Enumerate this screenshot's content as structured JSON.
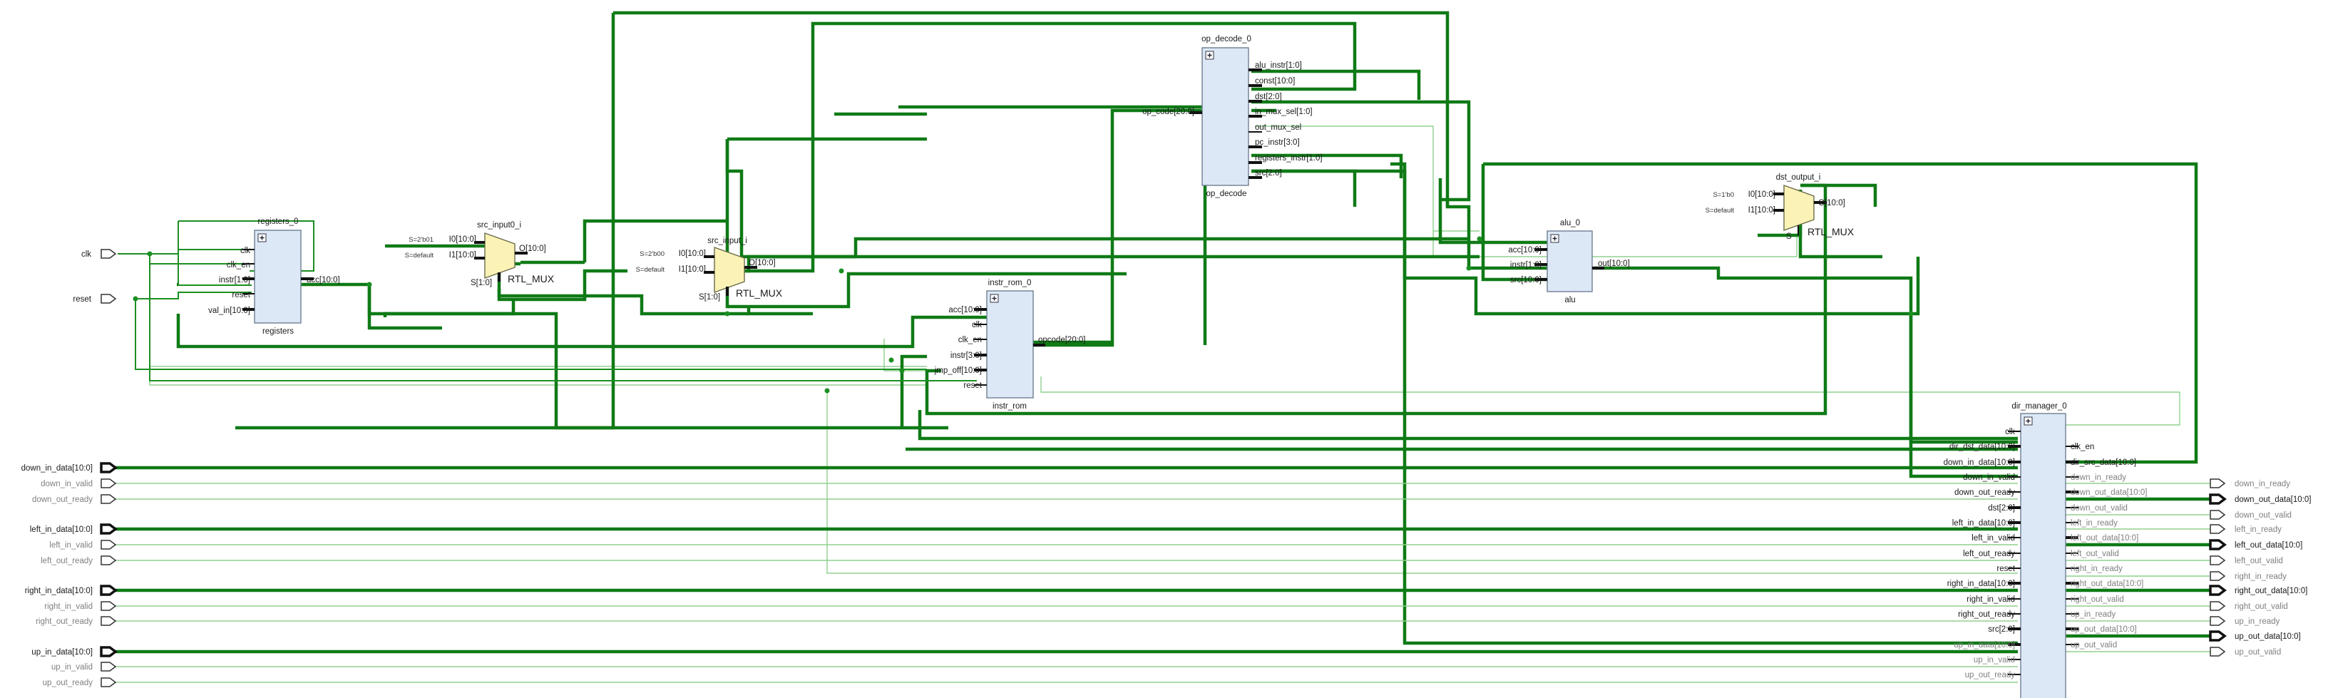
{
  "ports": {
    "left": [
      "clk",
      "reset",
      "down_in_data[10:0]",
      "down_in_valid",
      "down_out_ready",
      "left_in_data[10:0]",
      "left_in_valid",
      "left_out_ready",
      "right_in_data[10:0]",
      "right_in_valid",
      "right_out_ready",
      "up_in_data[10:0]",
      "up_in_valid",
      "up_out_ready"
    ],
    "right": [
      "down_in_ready",
      "down_out_data[10:0]",
      "down_out_valid",
      "left_in_ready",
      "left_out_data[10:0]",
      "left_out_valid",
      "right_in_ready",
      "right_out_data[10:0]",
      "right_out_valid",
      "up_in_ready",
      "up_out_data[10:0]",
      "up_out_valid"
    ]
  },
  "blocks": {
    "registers": {
      "inst": "registers_0",
      "type": "registers",
      "inputs": [
        "clk",
        "clk_en",
        "instr[1:0]",
        "reset",
        "val_in[10:0]"
      ],
      "outputs": [
        "acc[10:0]"
      ]
    },
    "op_decode": {
      "inst": "op_decode_0",
      "type": "op_decode",
      "inputs": [
        "op_code[20:0]"
      ],
      "outputs": [
        "alu_instr[1:0]",
        "const[10:0]",
        "dst[2:0]",
        "in_mux_sel[1:0]",
        "out_mux_sel",
        "pc_instr[3:0]",
        "registers_instr[1:0]",
        "src[2:0]"
      ]
    },
    "instr_rom": {
      "inst": "instr_rom_0",
      "type": "instr_rom",
      "inputs": [
        "acc[10:0]",
        "clk",
        "clk_en",
        "instr[3:0]",
        "jmp_off[10:0]",
        "reset"
      ],
      "outputs": [
        "opcode[20:0]"
      ]
    },
    "alu": {
      "inst": "alu_0",
      "type": "alu",
      "inputs": [
        "acc[10:0]",
        "instr[1:0]",
        "src[10:0]"
      ],
      "outputs": [
        "out[10:0]"
      ]
    },
    "dir_manager": {
      "inst": "dir_manager_0",
      "inputs": [
        "clk",
        "dir_dst_data[10:0]",
        "down_in_data[10:0]",
        "down_in_valid",
        "down_out_ready",
        "dst[2:0]",
        "left_in_data[10:0]",
        "left_in_valid",
        "left_out_ready",
        "reset",
        "right_in_data[10:0]",
        "right_in_valid",
        "right_out_ready",
        "src[2:0]",
        "up_in_data[10:0]",
        "up_in_valid",
        "up_out_ready"
      ],
      "outputs": [
        "clk_en",
        "dir_src_data[10:0]",
        "down_in_ready",
        "down_out_data[10:0]",
        "down_out_valid",
        "left_in_ready",
        "left_out_data[10:0]",
        "left_out_valid",
        "right_in_ready",
        "right_out_data[10:0]",
        "right_out_valid",
        "up_in_ready",
        "up_out_data[10:0]",
        "up_out_valid"
      ]
    }
  },
  "muxes": {
    "src_input0": {
      "inst": "src_input0_i",
      "type": "RTL_MUX",
      "i0": "I0[10:0]",
      "i1": "I1[10:0]",
      "out": "O[10:0]",
      "sel": "S[1:0]",
      "c0": "S=2'b01",
      "c1": "S=default"
    },
    "src_input": {
      "inst": "src_input_i",
      "type": "RTL_MUX",
      "i0": "I0[10:0]",
      "i1": "I1[10:0]",
      "out": "O[10:0]",
      "sel": "S[1:0]",
      "c0": "S=2'b00",
      "c1": "S=default"
    },
    "dst_output": {
      "inst": "dst_output_i",
      "type": "RTL_MUX",
      "i0": "I0[10:0]",
      "i1": "I1[10:0]",
      "out": "O[10:0]",
      "sel": "S",
      "c0": "S=1'b0",
      "c1": "S=default"
    }
  },
  "colors": {
    "wire": "#1b8f22",
    "bus": "#0f7a16",
    "light_wire": "#8fd18f",
    "block_fill": "#dce8f6",
    "mux_fill": "#fbf3b6"
  }
}
